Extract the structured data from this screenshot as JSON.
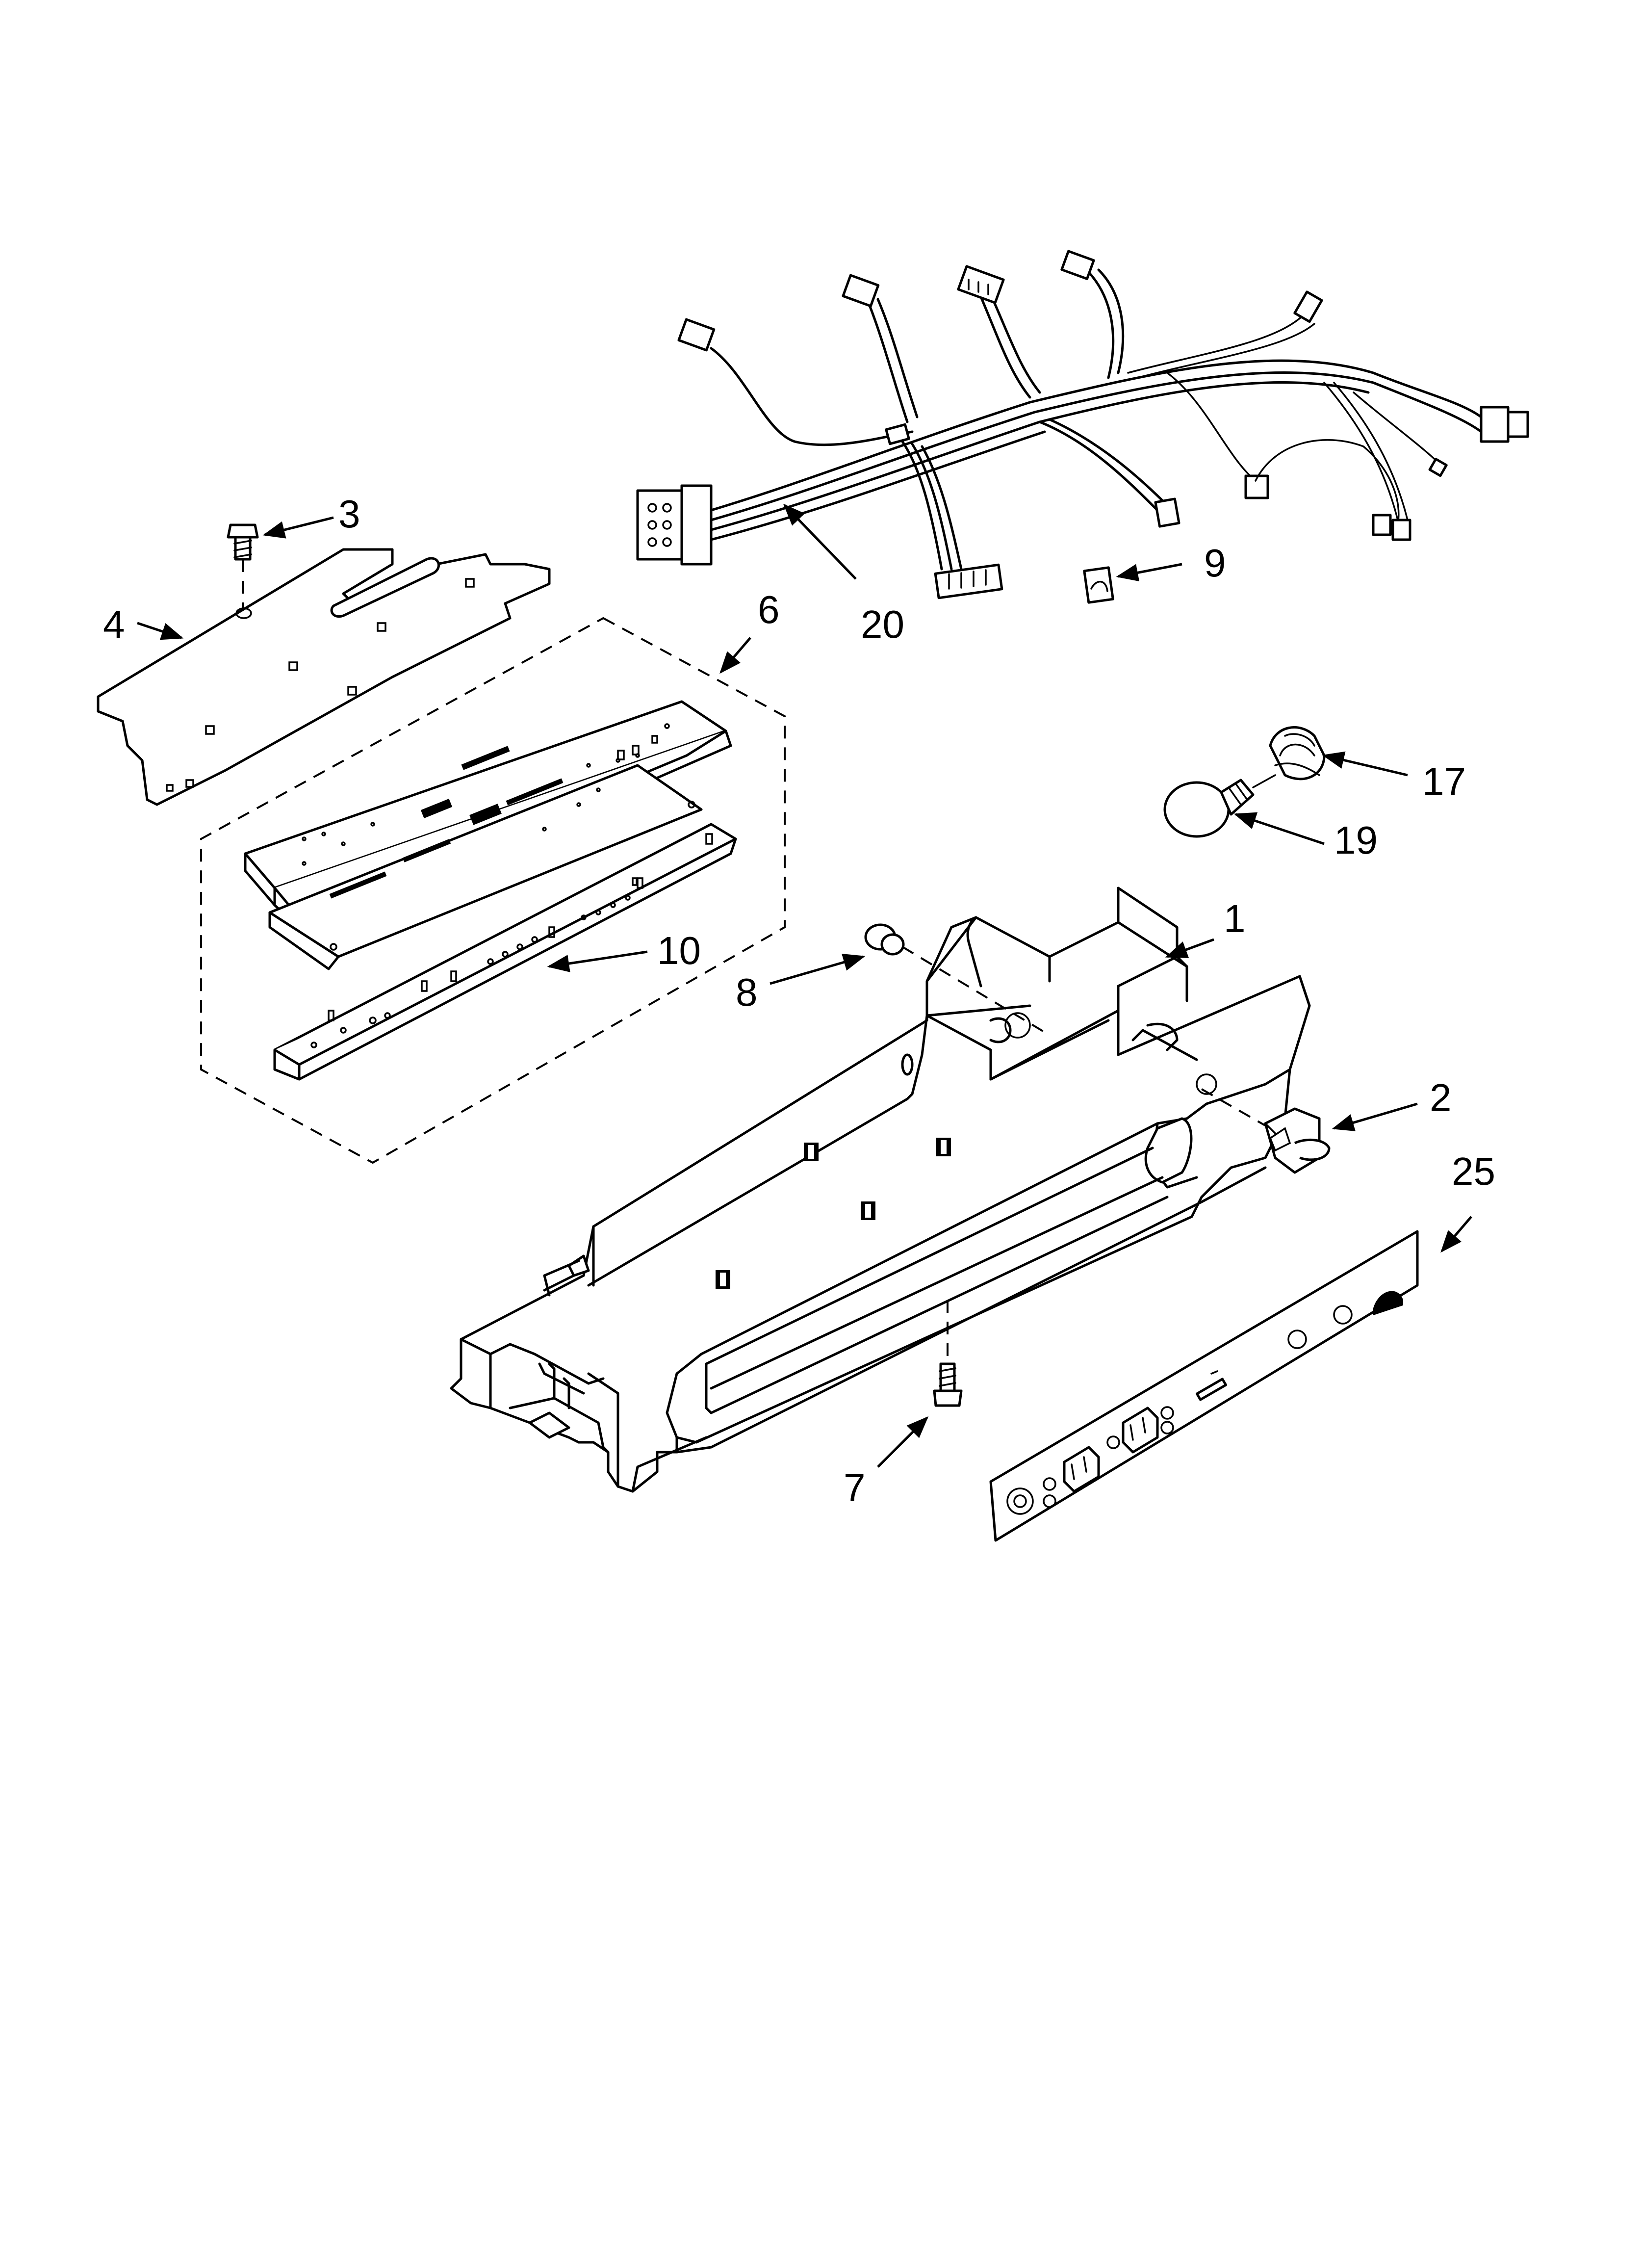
{
  "callouts": {
    "c1": "1",
    "c2": "2",
    "c3": "3",
    "c4": "4",
    "c6": "6",
    "c7": "7",
    "c8": "8",
    "c9": "9",
    "c10": "10",
    "c17": "17",
    "c19": "19",
    "c20": "20",
    "c25": "25"
  },
  "icons": {
    "leader_marker": "arrowhead"
  }
}
